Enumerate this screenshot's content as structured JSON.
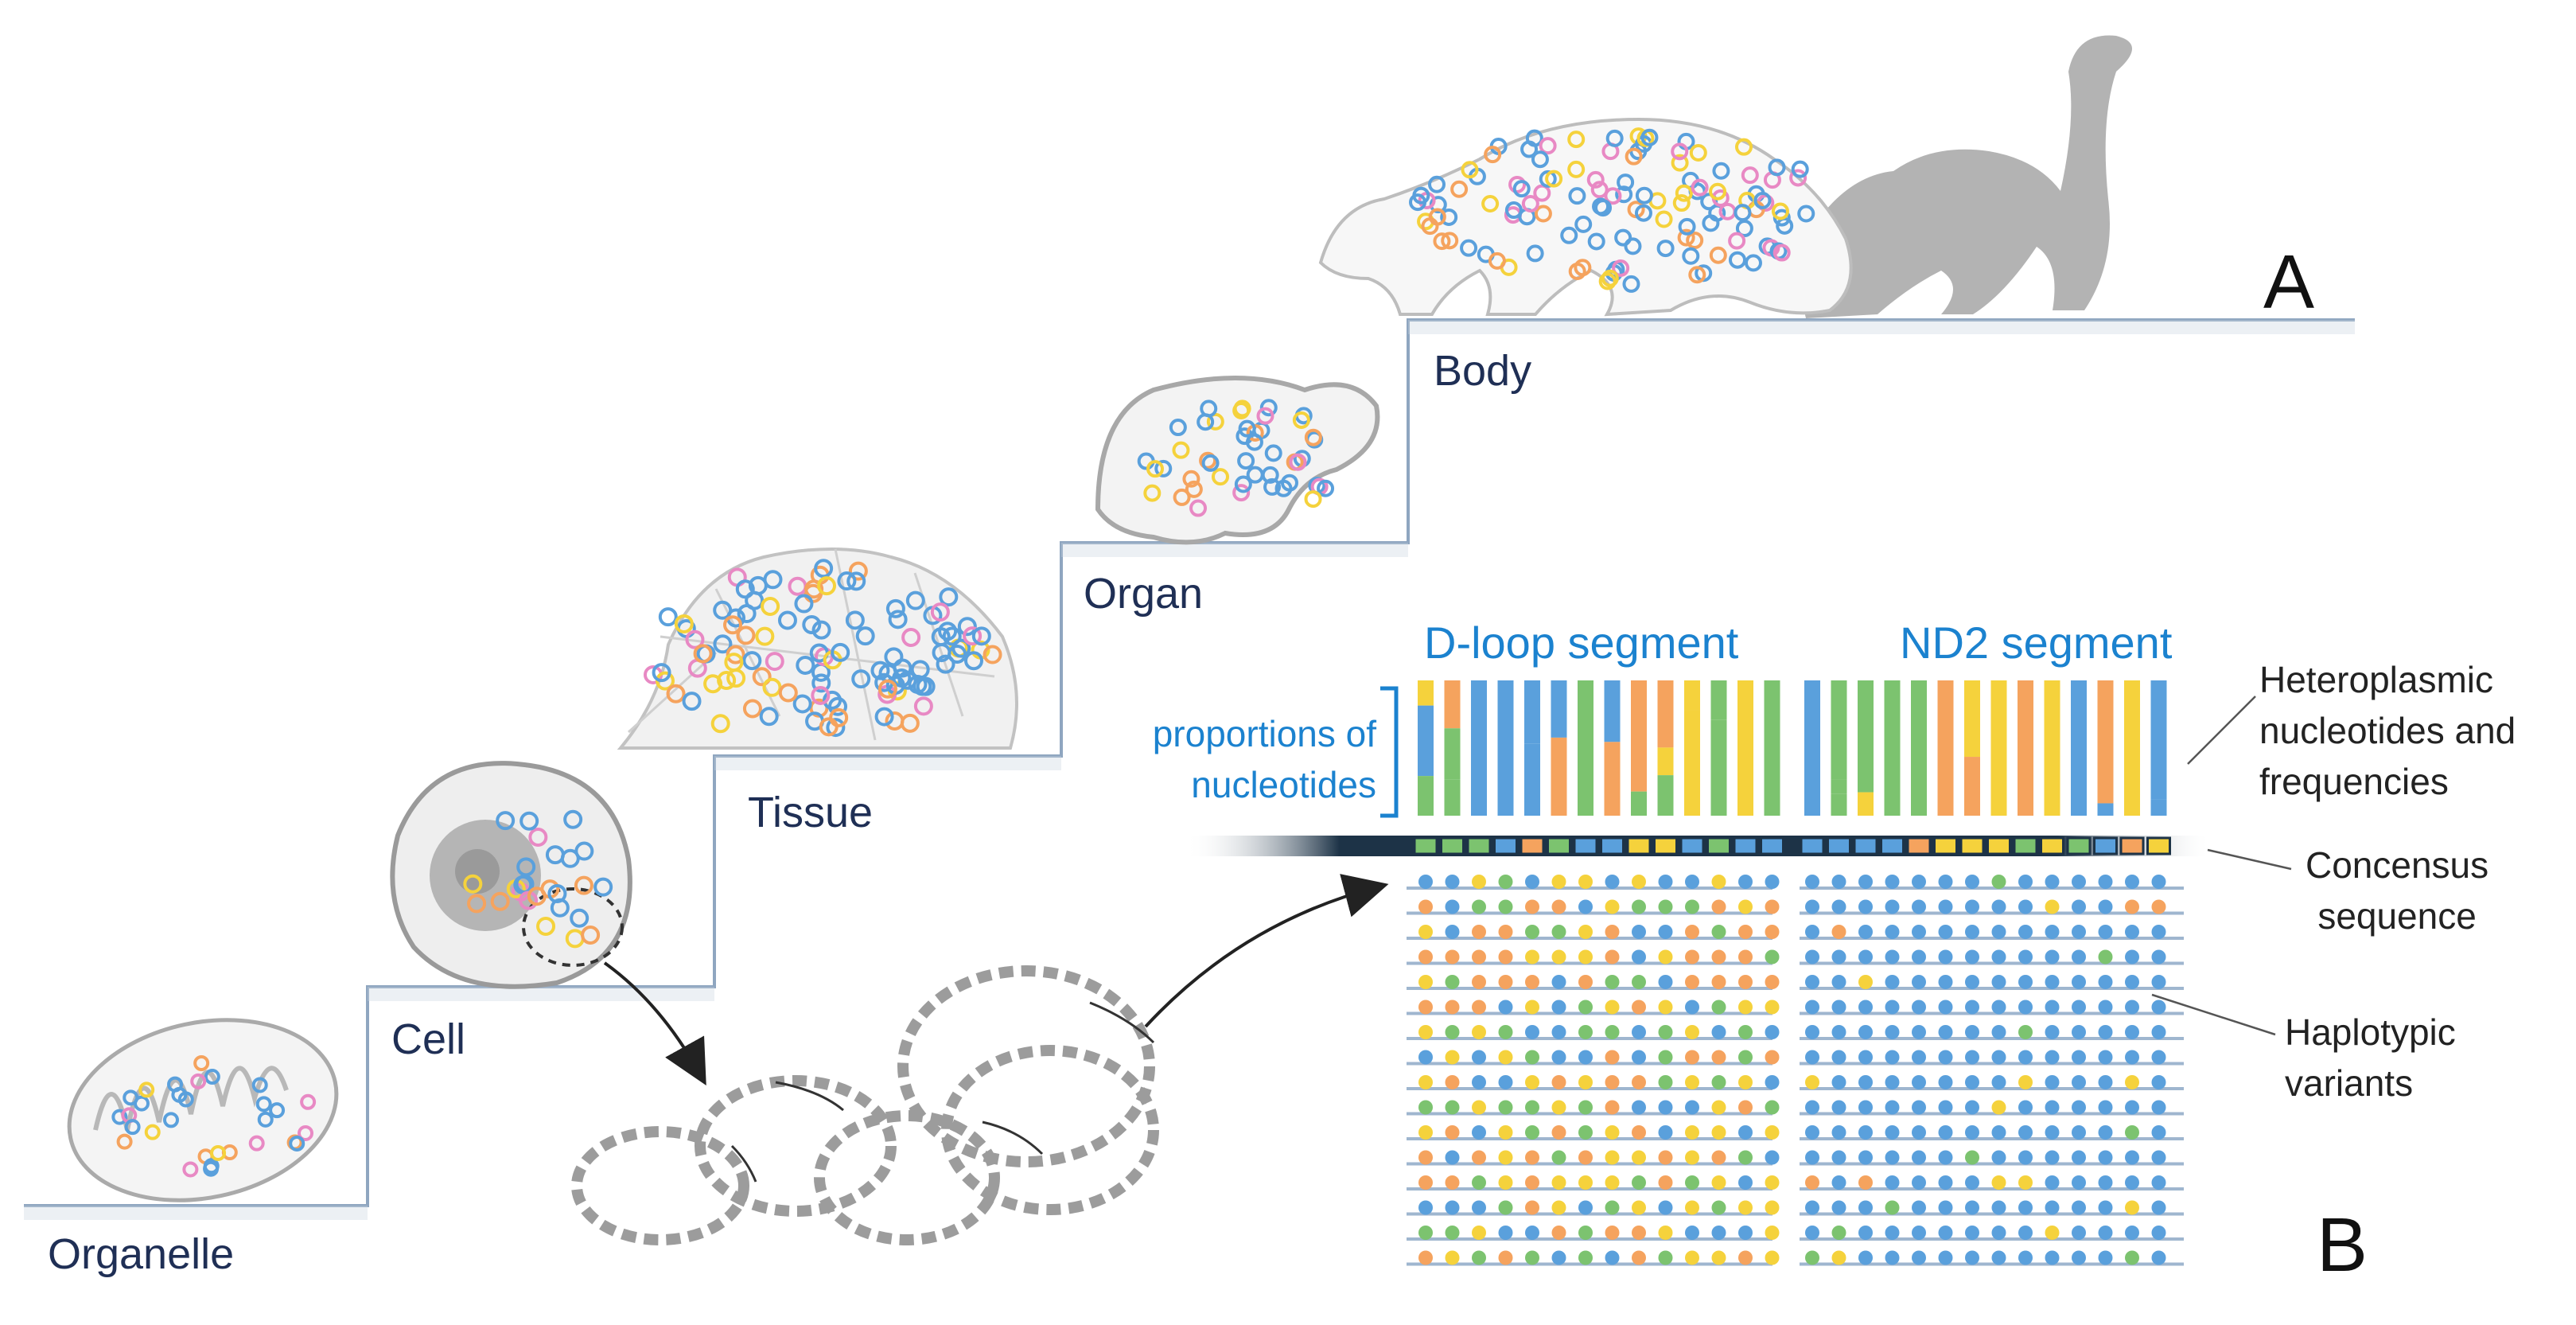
{
  "steps": [
    {
      "label": "Organelle"
    },
    {
      "label": "Cell"
    },
    {
      "label": "Tissue"
    },
    {
      "label": "Organ"
    },
    {
      "label": "Body"
    }
  ],
  "panels": {
    "a": "A",
    "b": "B"
  },
  "segments": {
    "dloop": {
      "title": "D-loop  segment"
    },
    "nd2": {
      "title": "ND2 segment"
    }
  },
  "proportions_label": [
    "proportions of",
    "nucleotides"
  ],
  "right_labels": {
    "heteroplasmic": [
      "Heteroplasmic",
      "nucleotides and",
      "frequencies"
    ],
    "consensus": [
      "Concensus",
      "sequence"
    ],
    "haplotypic": [
      "Haplotypic",
      "variants"
    ]
  },
  "colors": {
    "A": "#5aa0dc",
    "C": "#f5a35e",
    "G": "#7cc36f",
    "T": "#f5d23c",
    "pink": "#e889c4",
    "line": "#9fb6cf",
    "text": "#1f2f55",
    "accent": "#1b82cf"
  }
}
